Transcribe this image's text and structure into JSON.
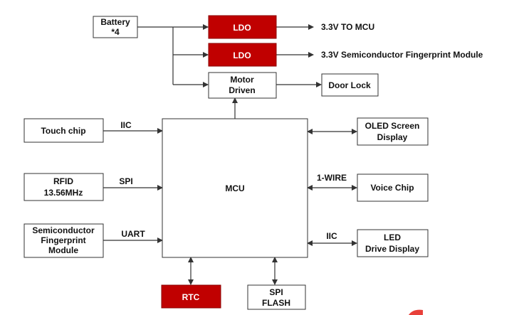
{
  "blocks": {
    "battery": [
      "Battery",
      "*4"
    ],
    "ldo_1": "LDO",
    "ldo_2": "LDO",
    "motor": [
      "Motor",
      "Driven"
    ],
    "door_lock": "Door Lock",
    "touch_chip": "Touch chip",
    "rfid": [
      "RFID",
      "13.56MHz"
    ],
    "fingerprint": [
      "Semiconductor",
      "Fingerprint",
      "Module"
    ],
    "mcu": "MCU",
    "oled": [
      "OLED Screen",
      "Display"
    ],
    "voice": "Voice Chip",
    "led": [
      "LED",
      "Drive Display"
    ],
    "rtc": "RTC",
    "spi_flash": [
      "SPI",
      "FLASH"
    ]
  },
  "outputs": {
    "ldo_1": "3.3V TO MCU",
    "ldo_2": "3.3V  Semiconductor Fingerprint Module"
  },
  "buses": {
    "touch": "IIC",
    "rfid": "SPI",
    "fingerprint": "UART",
    "voice": "1-WIRE",
    "led": "IIC"
  },
  "colors": {
    "ldo": "#c00000",
    "rtc": "#c00000"
  }
}
